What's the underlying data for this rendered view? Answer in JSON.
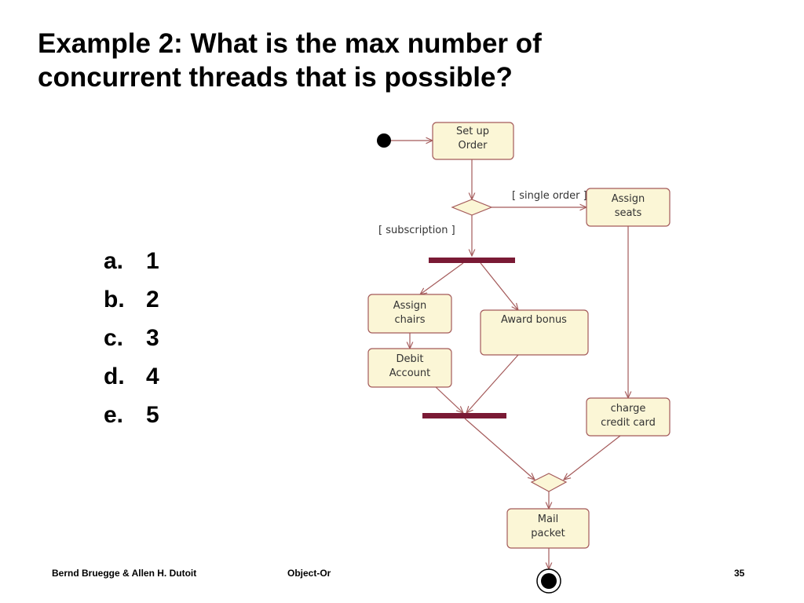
{
  "slide": {
    "title_line1": "Example 2: What is the max number of",
    "title_line2": "concurrent threads that is possible?"
  },
  "options": [
    {
      "letter": "a.",
      "value": "1"
    },
    {
      "letter": "b.",
      "value": "2"
    },
    {
      "letter": "c.",
      "value": "3"
    },
    {
      "letter": "d.",
      "value": "4"
    },
    {
      "letter": "e.",
      "value": "5"
    }
  ],
  "diagram": {
    "activities": {
      "setup_order": [
        "Set up",
        "Order"
      ],
      "assign_seats": [
        "Assign",
        "seats"
      ],
      "assign_chairs": [
        "Assign",
        "chairs"
      ],
      "award_bonus": [
        "Award bonus"
      ],
      "debit_account": [
        "Debit",
        "Account"
      ],
      "charge_credit_card": [
        "charge",
        "credit card"
      ],
      "mail_packet": [
        "Mail",
        "packet"
      ]
    },
    "guards": {
      "single_order": "[ single order ]",
      "subscription": "[ subscription ]"
    }
  },
  "footer": {
    "authors": "Bernd Bruegge & Allen H. Dutoit",
    "course": "Object-Or",
    "page_number": "35"
  },
  "colors": {
    "activity_fill": "#fbf6d6",
    "activity_stroke": "#a45a5a",
    "sync_bar": "#7a1a35",
    "node": "#000000"
  }
}
